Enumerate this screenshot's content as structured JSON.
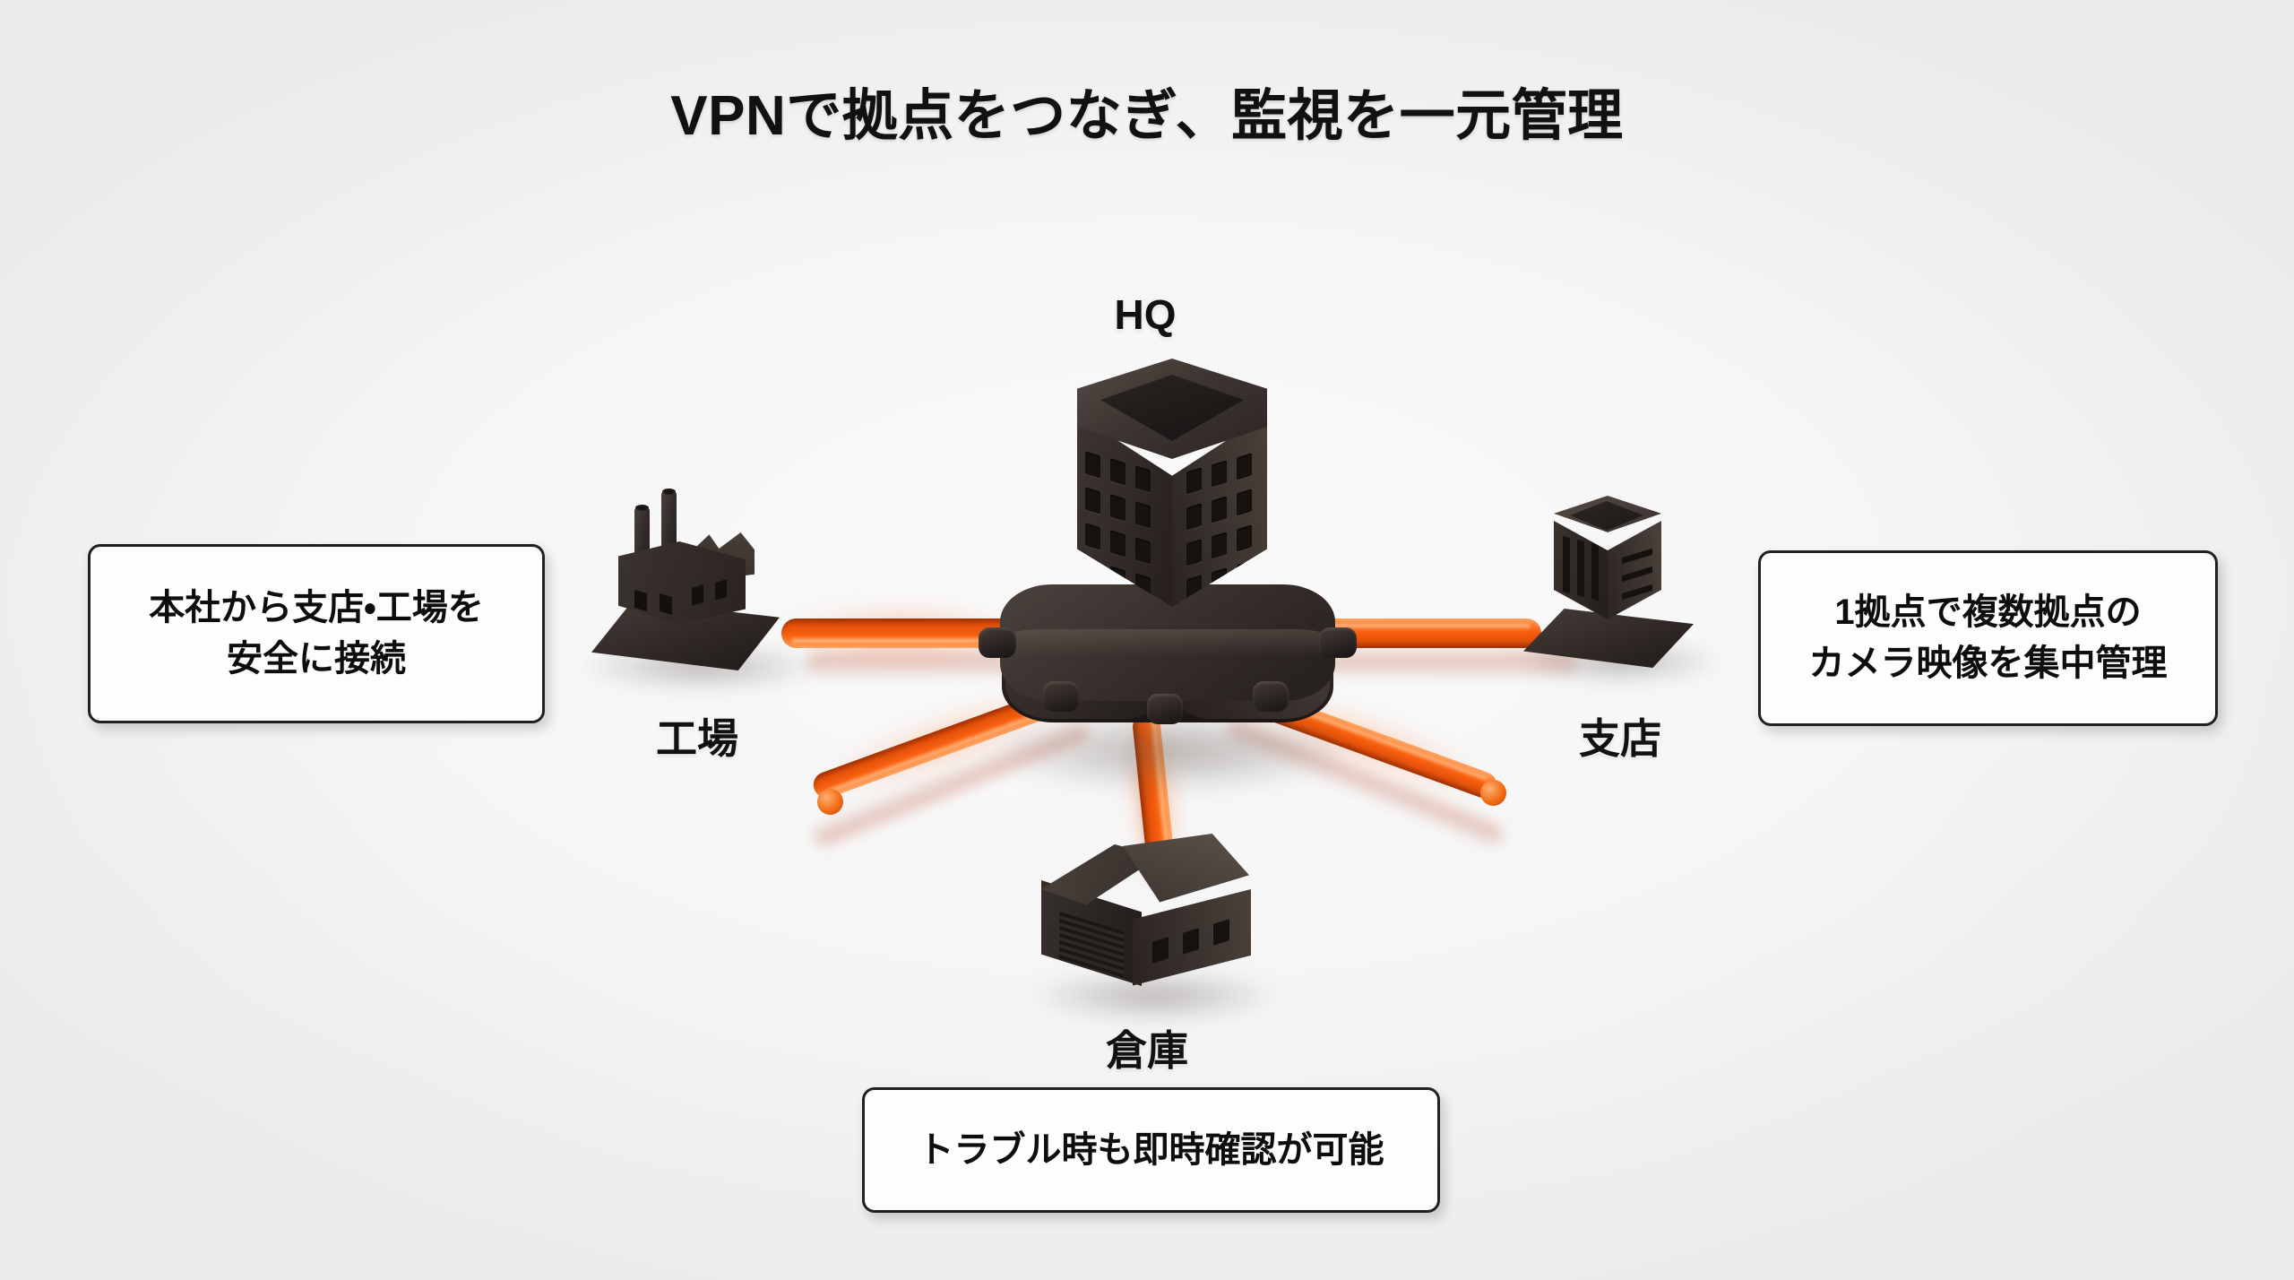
{
  "page": {
    "background_color": "#f4f4f4",
    "accent_color": "#f4601a",
    "object_color": "#2e2725"
  },
  "title": "VPNで拠点をつなぎ、監視を一元管理",
  "diagram": {
    "type": "hub-and-spoke-network",
    "hub": {
      "label": "HQ",
      "icon": "office-tower-3d"
    },
    "nodes": [
      {
        "id": "factory",
        "label": "工場",
        "icon": "factory-3d",
        "position": "left"
      },
      {
        "id": "branch",
        "label": "支店",
        "icon": "office-3d",
        "position": "right"
      },
      {
        "id": "warehouse",
        "label": "倉庫",
        "icon": "warehouse-3d",
        "position": "bottom"
      }
    ],
    "connections": [
      {
        "from": "HQ",
        "to": "工場",
        "style": "vpn-cable",
        "color": "#f4601a"
      },
      {
        "from": "HQ",
        "to": "支店",
        "style": "vpn-cable",
        "color": "#f4601a"
      },
      {
        "from": "HQ",
        "to": "倉庫",
        "style": "vpn-cable",
        "color": "#f4601a"
      },
      {
        "from": "HQ",
        "to": "",
        "style": "vpn-cable",
        "color": "#f08030"
      },
      {
        "from": "HQ",
        "to": "",
        "style": "vpn-cable",
        "color": "#f08030"
      }
    ]
  },
  "callouts": {
    "left": {
      "line1": "本社から支店・工場を",
      "line2": "安全に接続"
    },
    "right": {
      "line1": "1拠点で複数拠点の",
      "line2": "カメラ映像を集中管理"
    },
    "bottom": {
      "line1": "トラブル時も即時確認が可能",
      "line2": ""
    }
  }
}
